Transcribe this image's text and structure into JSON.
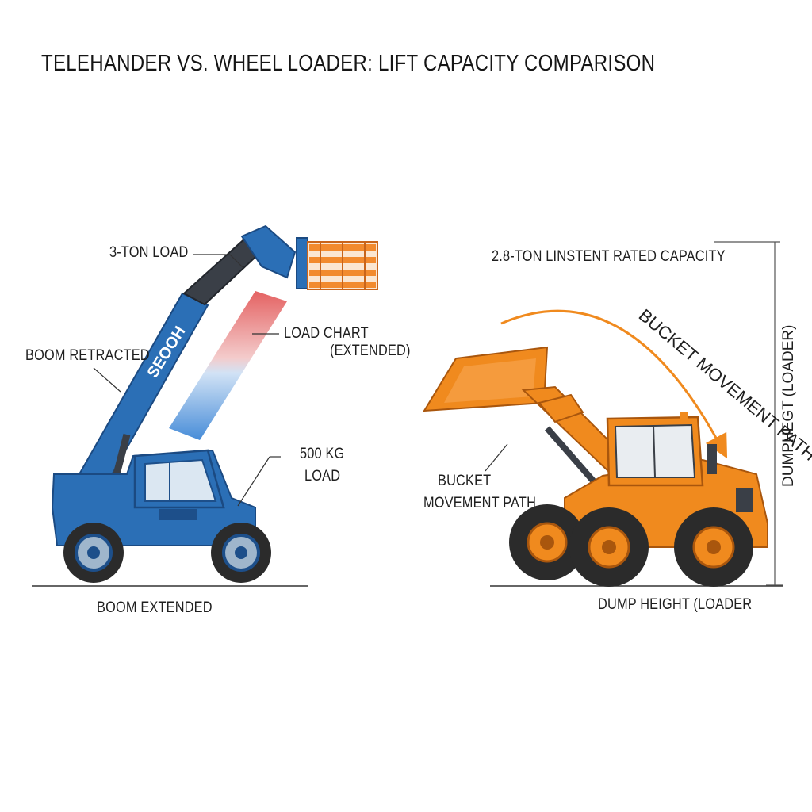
{
  "title": "TELEHANDER VS. WHEEL LOADER: LIFT CAPACITY COMPARISON",
  "telehandler": {
    "brand_text": "SEOOH",
    "labels": {
      "load_top": "3-TON LOAD",
      "boom_retracted": "BOOM RETRACTED",
      "load_chart_line1": "LOAD CHART",
      "load_chart_line2": "(EXTENDED)",
      "small_load_line1": "500 KG",
      "small_load_line2": "LOAD",
      "boom_extended": "BOOM EXTENDED"
    }
  },
  "loader": {
    "labels": {
      "rated_capacity": "2.8-TON LINSTENT RATED CAPACITY",
      "bucket_path_arc": "BUCKET MOVEMENT PATH",
      "bucket_path_line1": "BUCKET",
      "bucket_path_line2": "MOVEMENT PATH",
      "dump_height_vertical": "DUMPHEGT (LOADER)",
      "dump_height_bottom": "DUMP HEIGHT (LOADER"
    }
  },
  "colors": {
    "telehandler_blue": "#2b6fb6",
    "telehandler_dark_blue": "#1d4f8a",
    "loader_orange": "#f08a1e",
    "loader_dark_orange": "#c96a0c",
    "tire_dark": "#2b2b2b",
    "pallet_orange": "#f28a2e",
    "chart_red": "#e35a5a",
    "chart_blue": "#3d86d6"
  }
}
